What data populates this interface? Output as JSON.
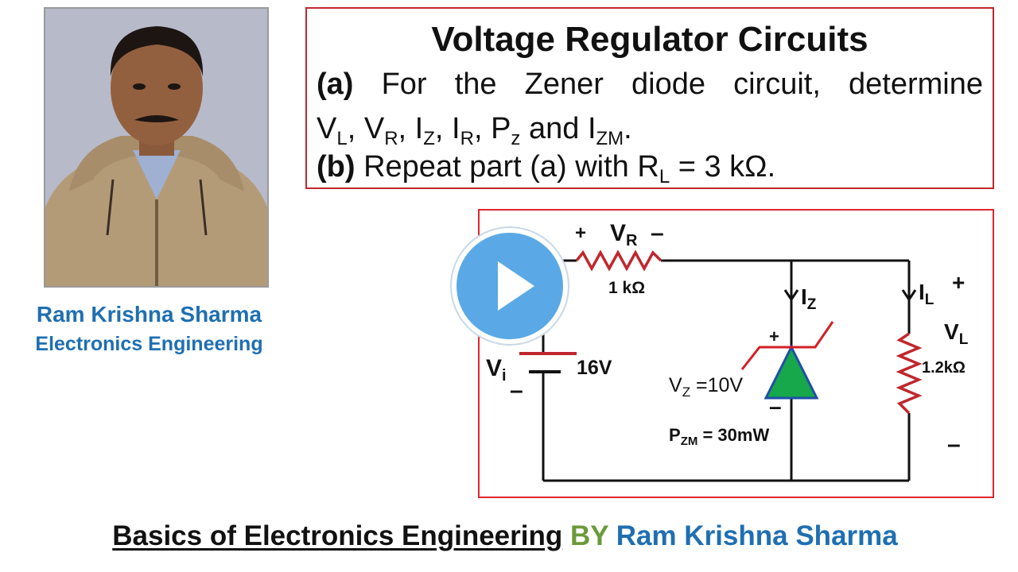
{
  "presenter": {
    "name": "Ram Krishna Sharma",
    "department": "Electronics Engineering"
  },
  "problem": {
    "title": "Voltage Regulator Circuits",
    "part_a": {
      "tag": "(a)",
      "text": "For the Zener diode circuit, determine",
      "quantities": [
        {
          "main": "V",
          "sub": "L",
          "sep": ", "
        },
        {
          "main": "V",
          "sub": "R",
          "sep": ", "
        },
        {
          "main": "I",
          "sub": "Z",
          "sep": ", "
        },
        {
          "main": "I",
          "sub": "R",
          "sep": ", "
        },
        {
          "main": "P",
          "sub": "z",
          "sep": " and "
        },
        {
          "main": "I",
          "sub": "ZM",
          "sep": "."
        }
      ]
    },
    "part_b": {
      "tag": "(b)",
      "text_before": "Repeat part (a) with R",
      "sub": "L",
      "text_after": " = 3 kΩ."
    }
  },
  "circuit": {
    "resistor_label": "1 kΩ",
    "vr_label_main": "V",
    "vr_label_sub": "R",
    "plus": "+",
    "minus": "–",
    "source_label_main": "V",
    "source_label_sub": "i",
    "source_value": "16V",
    "iz_label_main": "I",
    "iz_label_sub": "Z",
    "il_label_main": "I",
    "il_label_sub": "L",
    "vz_label_main": "V",
    "vz_label_sub": "Z",
    "vz_value": " =10V",
    "pzm_label_main": "P",
    "pzm_label_sub": "ZM",
    "pzm_value": " = 30mW",
    "vl_label_main": "V",
    "vl_label_sub": "L",
    "load_value": "1.2kΩ",
    "colors": {
      "wire": "#111111",
      "resistor": "#c0272d",
      "diode_fill": "#16a84a",
      "diode_stroke": "#1f4fa8",
      "zener_lines": "#d21f25"
    }
  },
  "footer": {
    "course": "Basics of Electronics Engineering",
    "by": "BY",
    "author": "Ram Krishna Sharma"
  },
  "icons": {
    "play": "play-icon"
  }
}
